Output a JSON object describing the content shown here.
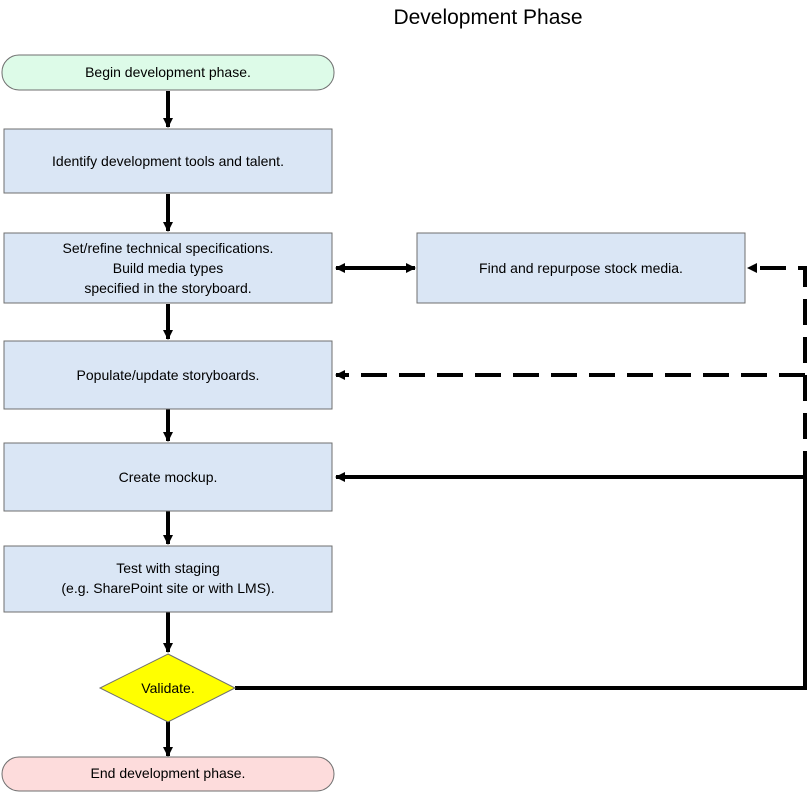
{
  "title": "Development Phase",
  "colors": {
    "terminal_start": "#ddfbe8",
    "terminal_end": "#fddcdc",
    "process": "#dae6f5",
    "decision": "#ffff00",
    "border": "#6f6f6f",
    "line": "#000000"
  },
  "nodes": {
    "begin": {
      "label": "Begin development phase."
    },
    "identify": {
      "label": "Identify development tools and talent."
    },
    "specs": {
      "lines": [
        "Set/refine technical specifications.",
        "Build media types",
        "specified in the storyboard."
      ]
    },
    "stock": {
      "label": "Find and repurpose stock media."
    },
    "populate": {
      "label": "Populate/update storyboards."
    },
    "mockup": {
      "label": "Create mockup."
    },
    "test": {
      "lines": [
        "Test with staging",
        "(e.g. SharePoint site or with LMS)."
      ]
    },
    "validate": {
      "label": "Validate."
    },
    "end": {
      "label": "End development phase."
    }
  }
}
